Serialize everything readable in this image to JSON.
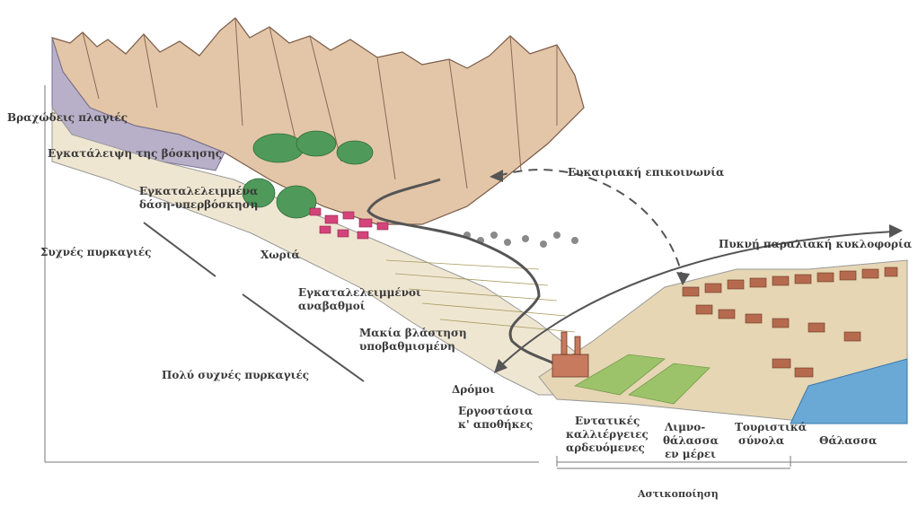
{
  "labels": {
    "rocky_slopes": "Βραχώδεις πλαγιές",
    "grazing_abandonment": "Εγκατάλειψη της βόσκησης",
    "abandoned_forests_l1": "Εγκαταλελειμμένα",
    "abandoned_forests_l2": "δάση-υπερβόσκηση",
    "frequent_fires": "Συχνές πυρκαγιές",
    "very_frequent_fires": "Πολύ συχνές πυρκαγιές",
    "villages": "Χωριά",
    "abandoned_terraces_l1": "Εγκαταλελειμμένοι",
    "abandoned_terraces_l2": "αναβαθμοί",
    "maquis_l1": "Μακία βλάστηση",
    "maquis_l2": "υποβαθμισμένη",
    "roads": "Δρόμοι",
    "factories_l1": "Εργοστάσια",
    "factories_l2": "κ' αποθήκες",
    "occasional_communication": "Ευκαιριακή επικοινωνία",
    "dense_coastal_traffic": "Πυκνή παραλιακή κυκλοφορία",
    "intensive_crops_l1": "Εντατικές",
    "intensive_crops_l2": "καλλιέργειες",
    "intensive_crops_l3": "αρδευόμενες",
    "lagoon_l1": "Λιμνο-",
    "lagoon_l2": "θάλασσα",
    "lagoon_l3": "εν μέρει",
    "tourist_complexes_l1": "Τουριστικά",
    "tourist_complexes_l2": "σύνολα",
    "sea": "Θάλασσα",
    "coastalization": "Αστικοποίηση"
  },
  "colors": {
    "mountain": "#d9b89c",
    "rock_line": "#7a5a46",
    "forest": "#4f9a5a",
    "village": "#d4447a",
    "terrace": "#e8e0a4",
    "urban": "#b56a4e",
    "sea": "#6aa9d6",
    "crop": "#9cc36a",
    "line": "#555555"
  }
}
